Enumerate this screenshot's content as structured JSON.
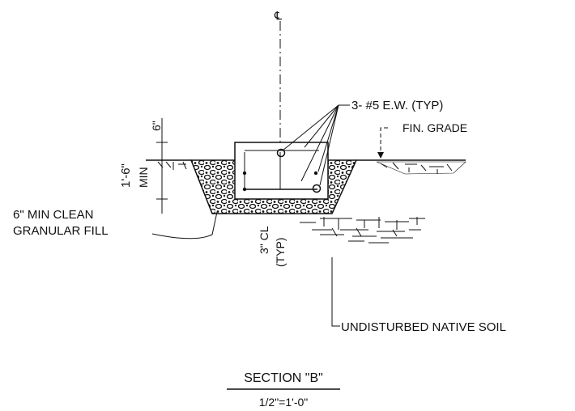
{
  "drawing": {
    "centerline_symbol": "℄",
    "rebar_callout": "3- #5 E.W. (TYP)",
    "fin_grade": "FIN. GRADE",
    "dim_6in": "6\"",
    "dim_1ft6": "1'-6\"",
    "dim_min": "MIN",
    "fill_line1": "6\" MIN CLEAN",
    "fill_line2": "GRANULAR FILL",
    "cover_line1": "3\" CL",
    "cover_line2": "(TYP)",
    "soil_label": "UNDISTURBED NATIVE SOIL",
    "section_title": "SECTION \"B\"",
    "scale": "1/2\"=1'-0\""
  },
  "colors": {
    "ink": "#111111",
    "background": "#ffffff"
  }
}
